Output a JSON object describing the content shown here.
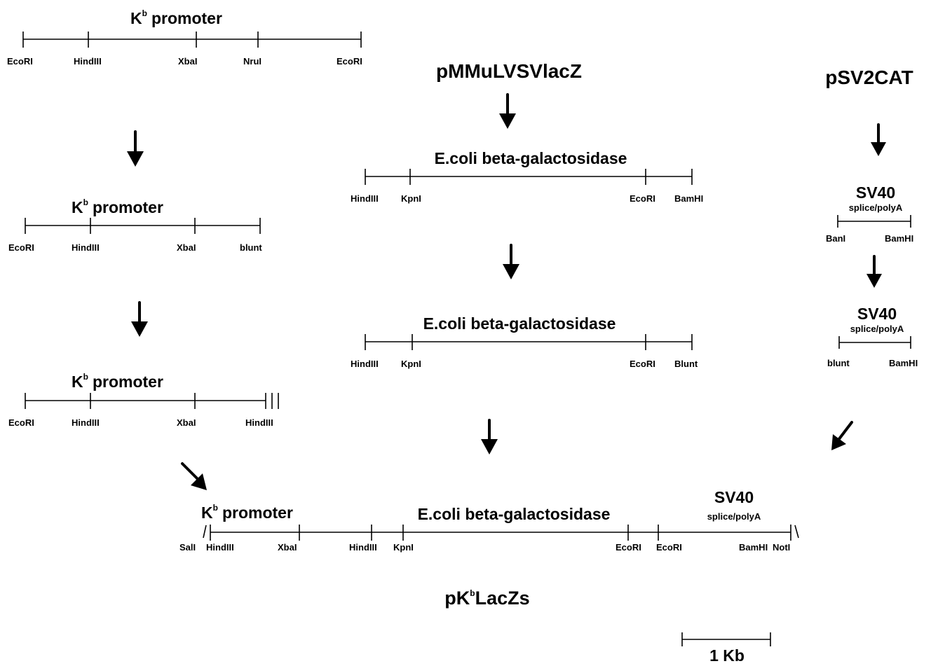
{
  "kb_promoter": {
    "k_letter": "K",
    "k_sup": "b",
    "promoter_word": "promoter",
    "step1_sites": [
      "EcoRI",
      "HindIII",
      "XbaI",
      "NruI",
      "EcoRI"
    ],
    "step2_sites": [
      "EcoRI",
      "HindIII",
      "XbaI",
      "blunt"
    ],
    "step3_sites": [
      "EcoRI",
      "HindIII",
      "XbaI",
      "HindIII"
    ]
  },
  "lacz": {
    "source_plasmid": "pMMuLVSVlacZ",
    "gene_label": "E.coli beta-galactosidase",
    "step1_sites": [
      "HindIII",
      "KpnI",
      "EcoRI",
      "BamHI"
    ],
    "step2_sites": [
      "HindIII",
      "KpnI",
      "EcoRI",
      "Blunt"
    ]
  },
  "sv40": {
    "source_plasmid": "pSV2CAT",
    "name": "SV40",
    "subtitle": "splice/polyA",
    "step1_sites": [
      "BanI",
      "BamHI"
    ],
    "step2_sites": [
      "blunt",
      "BamHI"
    ]
  },
  "final": {
    "construct_prefix": "pK",
    "construct_sup": "b",
    "construct_suffix": "LacZs",
    "sites": [
      "SalI",
      "HindIII",
      "XbaI",
      "HindIII",
      "KpnI",
      "EcoRI",
      "EcoRI",
      "BamHI",
      "NotI"
    ]
  },
  "scale": {
    "label": "1 Kb"
  }
}
